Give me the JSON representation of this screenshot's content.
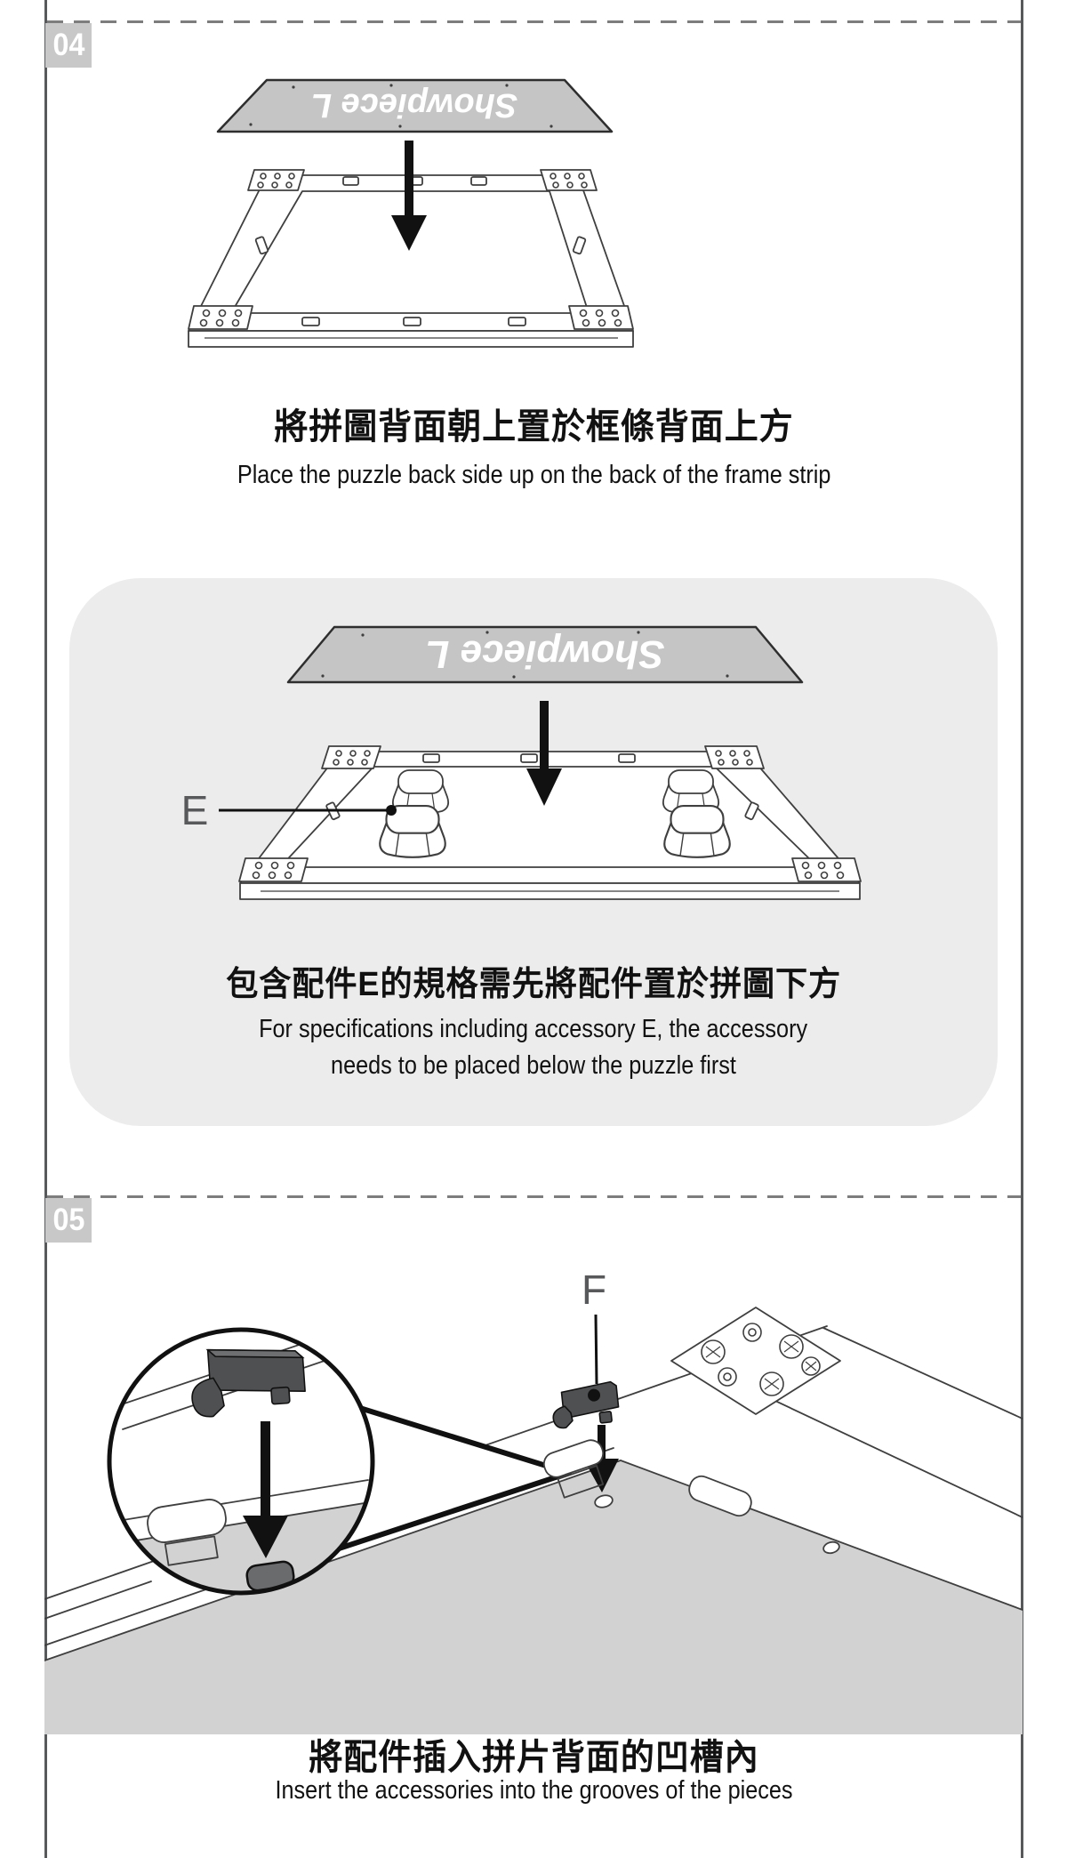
{
  "colors": {
    "panel_bg": "#ececec",
    "badge_bg": "#c8c8c8",
    "badge_text": "#ffffff",
    "border_gray": "#58595b",
    "dash_gray": "#7d7d7d",
    "sheet_gray": "#c5c5c5",
    "puzzle_gray": "#d2d2d2",
    "clip_dark": "#4f5052",
    "label_gray": "#58595b",
    "text_dark": "#111111"
  },
  "steps": [
    {
      "number": "04",
      "title_zh": "將拼圖背面朝上置於框條背面上方",
      "title_en": "Place the puzzle back side up on the back of the frame strip",
      "sheet_logo": "Showpiece L",
      "note": {
        "accessory_label": "E",
        "title_zh": "包含配件E的規格需先將配件置於拼圖下方",
        "en_line1": "For specifications including accessory E, the accessory",
        "en_line2": "needs to be placed below the puzzle first"
      }
    },
    {
      "number": "05",
      "accessory_label": "F",
      "title_zh": "將配件插入拼片背面的凹槽內",
      "title_en": "Insert the accessories into the grooves of the pieces"
    }
  ]
}
